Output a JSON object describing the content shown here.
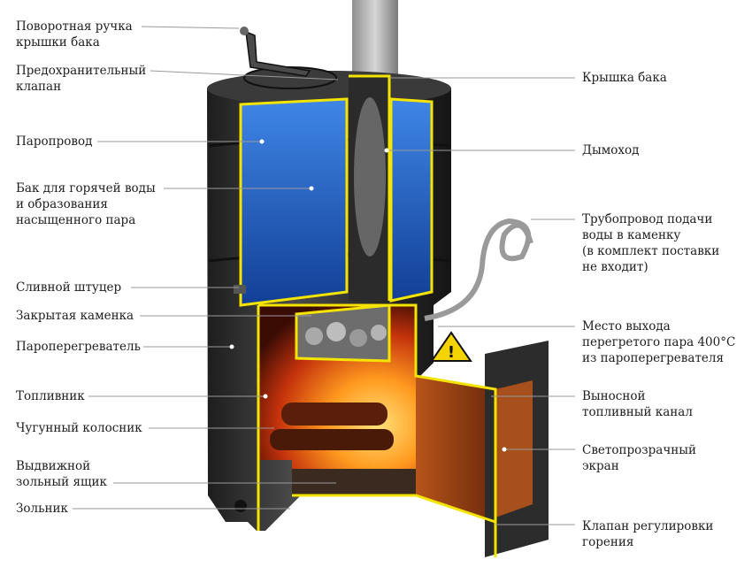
{
  "labels_left": [
    {
      "id": "rotary-handle",
      "text": "Поворотная ручка\nкрышки бака"
    },
    {
      "id": "safety-valve",
      "text": "Предохранительный\nклапан"
    },
    {
      "id": "steam-pipe",
      "text": "Паропровод"
    },
    {
      "id": "hot-water-tank",
      "text": "Бак для горячей воды\nи образования\nнасыщенного пара"
    },
    {
      "id": "drain-fitting",
      "text": "Сливной штуцер"
    },
    {
      "id": "closed-stone-chamber",
      "text": "Закрытая каменка"
    },
    {
      "id": "steam-superheater",
      "text": "Пароперегреватель"
    },
    {
      "id": "firebox",
      "text": "Топливник"
    },
    {
      "id": "cast-iron-grate",
      "text": "Чугунный колосник"
    },
    {
      "id": "ash-drawer",
      "text": "Выдвижной\nзольный ящик"
    },
    {
      "id": "ash-pit",
      "text": "Зольник"
    }
  ],
  "labels_right": [
    {
      "id": "tank-lid",
      "text": "Крышка бака"
    },
    {
      "id": "chimney",
      "text": "Дымоход"
    },
    {
      "id": "water-supply-pipe",
      "text": "Трубопровод подачи\nводы в каменку\n(в комплект поставки\nне входит)"
    },
    {
      "id": "superheated-steam-outlet",
      "text": "Место выхода\nперегретого пара 400°С\nиз пароперегревателя"
    },
    {
      "id": "remote-fuel-channel",
      "text": "Выносной\nтопливный канал"
    },
    {
      "id": "transparent-screen",
      "text": "Светопрозрачный\nэкран"
    },
    {
      "id": "combustion-valve",
      "text": "Клапан регулировки\nгорения"
    }
  ],
  "colors": {
    "outline": "#f5e400",
    "water": "#1e63c8",
    "fire": "#e25a12",
    "steel": "#2d2d2d",
    "warning": "#f4d400"
  },
  "icons": [
    "warning-triangle-icon"
  ]
}
